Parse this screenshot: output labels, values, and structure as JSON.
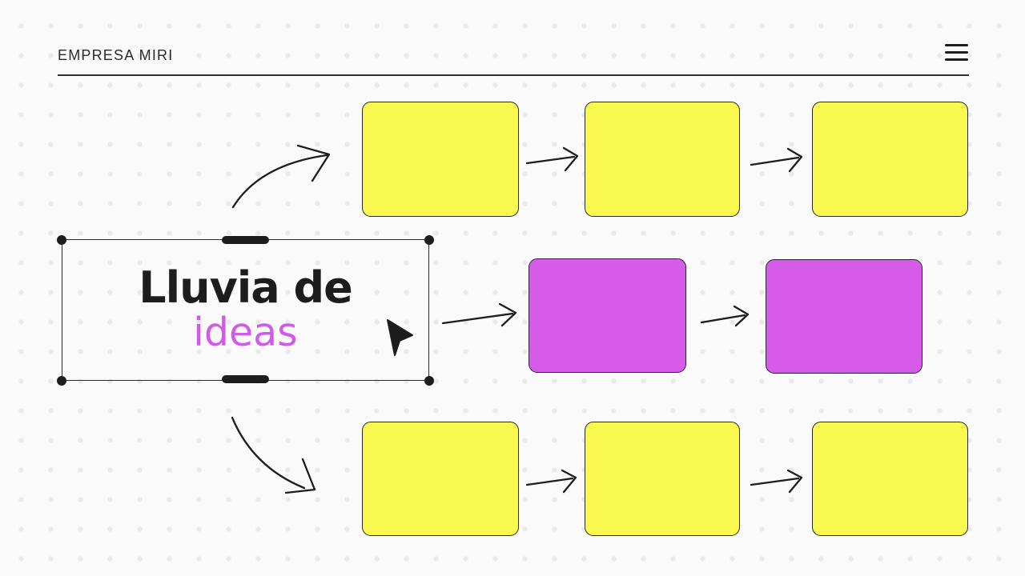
{
  "header": {
    "brand": "EMPRESA MIRI",
    "menu_icon": "hamburger-icon"
  },
  "board": {
    "text_box": {
      "line1": "Lluvia de",
      "line2": "ideas",
      "selected": true
    },
    "sticky_rows": [
      {
        "row": "top",
        "note_color": "yellow",
        "note_count": 3
      },
      {
        "row": "middle",
        "note_color": "purple",
        "note_count": 2
      },
      {
        "row": "bottom",
        "note_color": "yellow",
        "note_count": 3
      }
    ],
    "connectors": {
      "curved_arrows": 2,
      "straight_arrows": 6,
      "style": "hand-drawn open arrowheads"
    },
    "cursor": {
      "type": "pointer-arrow"
    }
  },
  "colors": {
    "yellow": "#f9f84e",
    "purple": "#d55ce8",
    "accent_text": "#cf5be8",
    "ink": "#1d1d1d",
    "background": "#fafafb"
  }
}
